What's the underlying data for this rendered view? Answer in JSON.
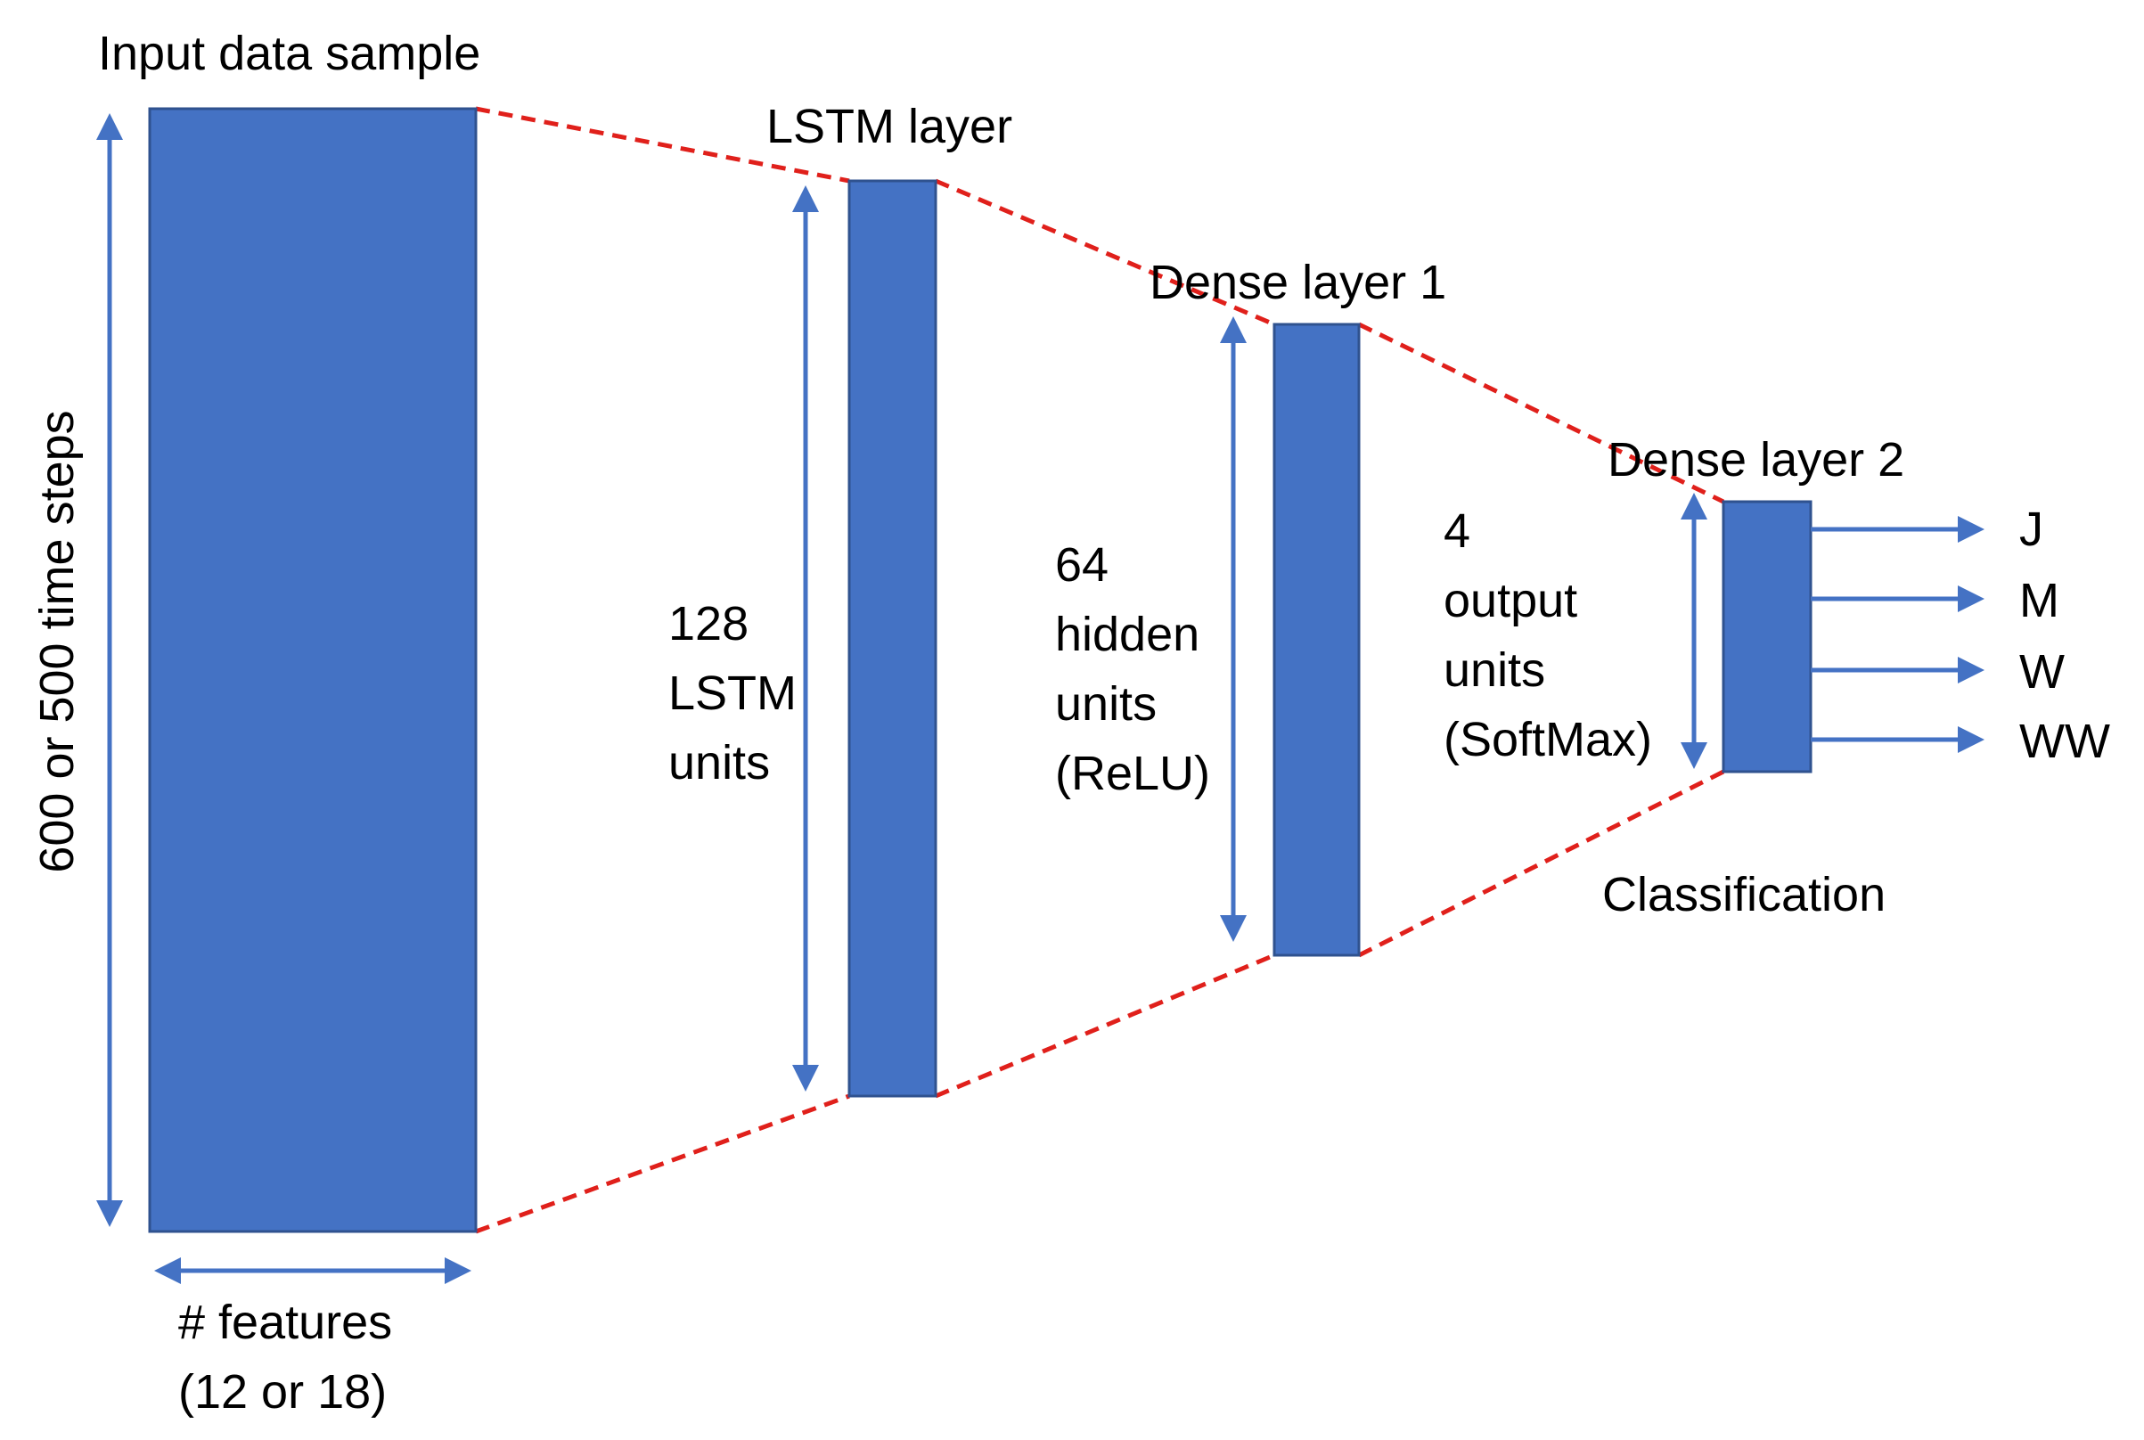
{
  "layers": {
    "input": {
      "title": "Input data sample",
      "height_label": "600 or 500 time steps",
      "width_label_line1": "# features",
      "width_label_line2": "(12 or 18)"
    },
    "lstm": {
      "title": "LSTM layer",
      "desc_line1": "128",
      "desc_line2": "LSTM",
      "desc_line3": "units"
    },
    "dense1": {
      "title": "Dense layer 1",
      "desc_line1": "64",
      "desc_line2": "hidden",
      "desc_line3": "units",
      "desc_line4": "(ReLU)"
    },
    "dense2": {
      "title": "Dense layer 2",
      "desc_line1": "4",
      "desc_line2": "output",
      "desc_line3": "units",
      "desc_line4": "(SoftMax)"
    }
  },
  "outputs": {
    "classes": [
      "J",
      "M",
      "W",
      "WW"
    ],
    "caption": "Classification"
  },
  "colors": {
    "layer_fill": "#4472c4",
    "connector": "#e0201b",
    "arrow": "#4472c4"
  }
}
